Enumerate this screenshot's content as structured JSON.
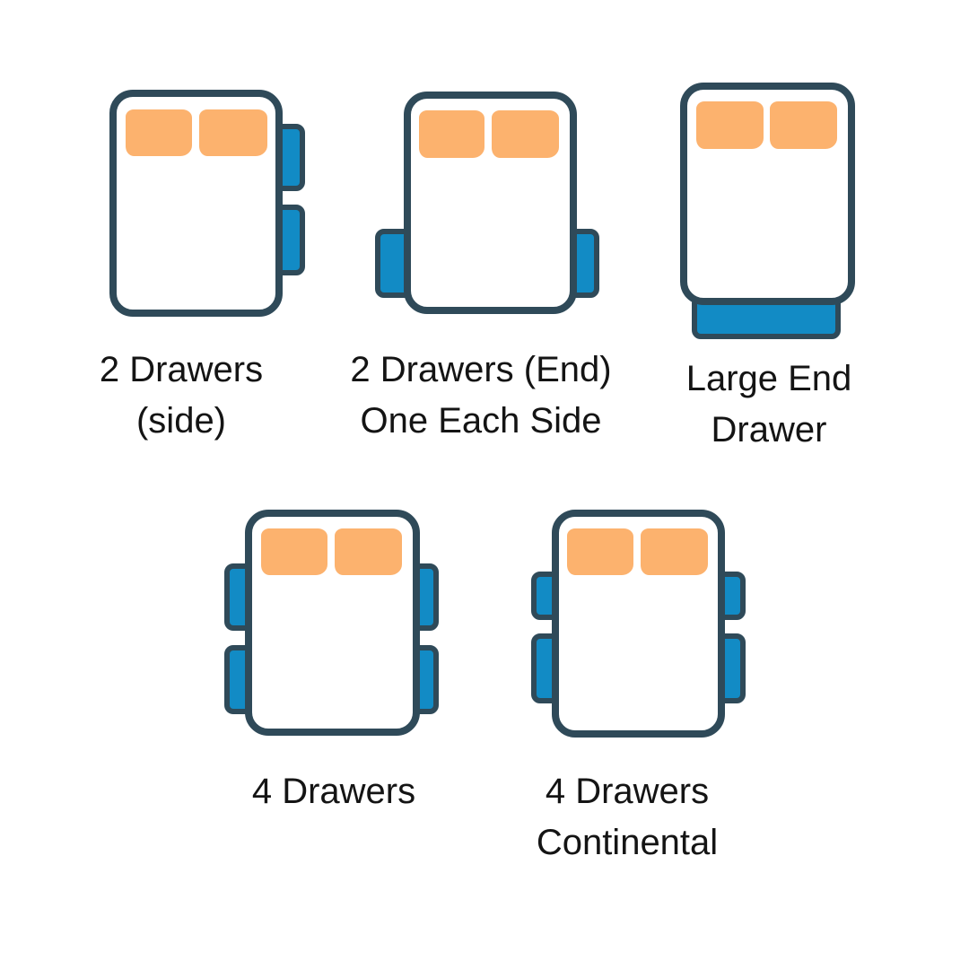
{
  "colors": {
    "background": "#FFFFFF",
    "outline": "#2F4A59",
    "drawer": "#128BC5",
    "pillow": "#FCB26E",
    "text": "#141414"
  },
  "figures": [
    {
      "label": "2 Drawers\n(side)",
      "diagram": "bed with two drawers on the right side"
    },
    {
      "label": "2 Drawers (End)\nOne Each Side",
      "diagram": "bed with one drawer on each side near the foot end"
    },
    {
      "label": "Large End\nDrawer",
      "diagram": "bed with one large drawer across the foot end"
    },
    {
      "label": "4 Drawers",
      "diagram": "bed with two drawers on each side"
    },
    {
      "label": "4 Drawers\nContinental",
      "diagram": "bed with two short head-end drawers and two long drawers, one pair each side"
    }
  ]
}
